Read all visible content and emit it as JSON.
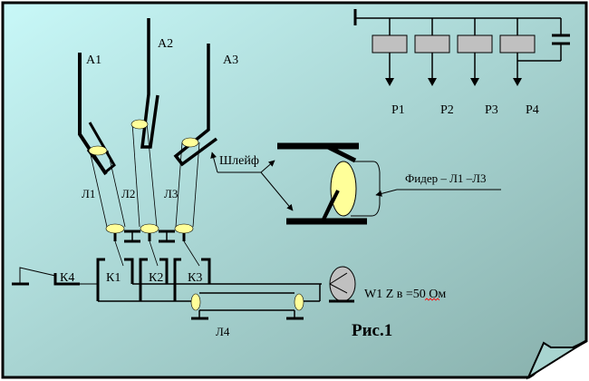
{
  "colors": {
    "paper_top_left": "#c8f8f8",
    "paper_bottom_right": "#88b0ac",
    "curl_fill": "#a8d4d0",
    "lens_fill": "#ffff99",
    "relay_fill": "#c0c0c0",
    "dish_fill": "#c0c0c0",
    "line": "#000000",
    "spell_underline": "#ff0000"
  },
  "antennas": {
    "a1": "А1",
    "a2": "А2",
    "a3": "А3"
  },
  "lines": {
    "l1": "Л1",
    "l2": "Л2",
    "l3": "Л3",
    "l4": "Л4"
  },
  "switches": {
    "k1": "К1",
    "k2": "К2",
    "k3": "К3",
    "k4": "К4"
  },
  "relays": {
    "p1": "Р1",
    "p2": "Р2",
    "p3": "Р3",
    "p4": "Р4"
  },
  "annotations": {
    "shleif": "Шлейф",
    "feeder": "Фидер – Л1 –Л3",
    "w1_prefix": "W1 Z в =50 ",
    "w1_unit": "Ом"
  },
  "caption": "Рис.1"
}
